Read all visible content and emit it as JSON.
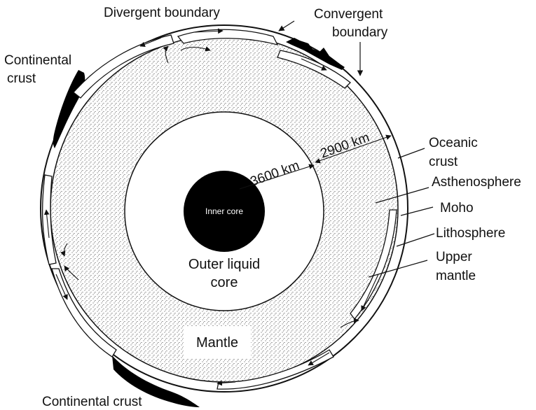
{
  "labels": {
    "divergent_boundary": "Divergent boundary",
    "convergent_boundary_line1": "Convergent",
    "convergent_boundary_line2": "boundary",
    "continental_crust_top_line1": "Continental",
    "continental_crust_top_line2": "crust",
    "oceanic_crust_line1": "Oceanic",
    "oceanic_crust_line2": "crust",
    "asthenosphere": "Asthenosphere",
    "moho": "Moho",
    "lithosphere": "Lithosphere",
    "upper_mantle_line1": "Upper",
    "upper_mantle_line2": "mantle",
    "continental_crust_bottom": "Continental crust",
    "inner_core": "Inner core",
    "outer_core_line1": "Outer liquid",
    "outer_core_line2": "core",
    "mantle": "Mantle",
    "radius_core": "3600 km",
    "mantle_thickness": "2900 km"
  },
  "colors": {
    "stroke": "#111111",
    "stipple": "#222222",
    "background": "#ffffff"
  }
}
